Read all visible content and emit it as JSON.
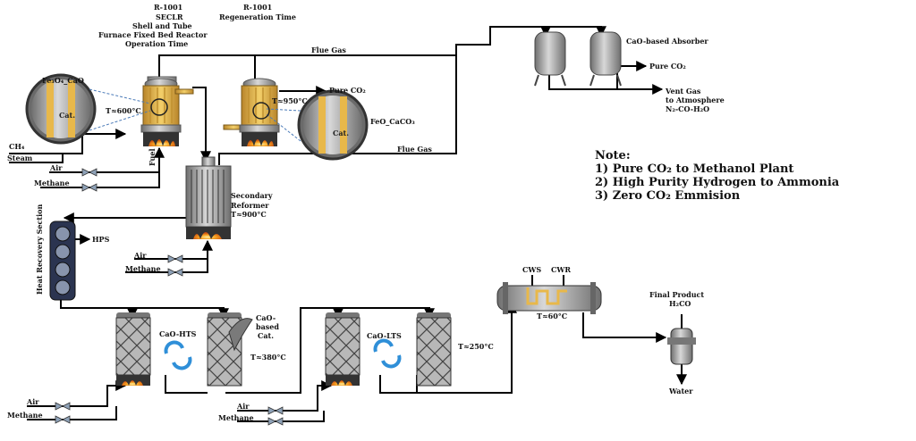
{
  "header": {
    "seclr_unit": "R-1001",
    "seclr_name": "SECLR",
    "seclr_desc1": "Shell and Tube",
    "seclr_desc2": "Furnace Fixed Bed Reactor",
    "seclr_desc3": "Operation Time",
    "regen_unit": "R-1001",
    "regen_desc": "Regeneration Time"
  },
  "labels": {
    "fe3o4_cao": "Fe₃O₄_CaO",
    "cat": "Cat.",
    "cat2": "Cat.",
    "t600": "T≈600°C",
    "t950": "T≈950°C",
    "pure_co2_top": "Pure CO₂",
    "feo_caco3": "FeO_CaCO₃",
    "flue_gas_top": "Flue Gas",
    "flue_gas_mid": "Flue Gas",
    "ch4": "CH₄",
    "steam": "Steam",
    "air1": "Air",
    "methane1": "Methane",
    "fuel": "Fuel",
    "secondary_reformer": "Secondary",
    "secondary_reformer2": "Reformer",
    "t900": "T≈900°C",
    "heat_recovery": "Heat Recovery Section",
    "hps": "HPS",
    "air2": "Air",
    "methane2": "Methane",
    "cao_absorber": "CaO-based Absorber",
    "pure_co2_abs": "Pure CO₂",
    "vent_gas1": "Vent Gas",
    "vent_gas2": "to Atmosphere",
    "vent_gas3": "N₂-CO-H₂O",
    "cao_hts": "CaO-HTS",
    "cao_based1": "CaO-",
    "cao_based2": "based",
    "cao_based3": "Cat.",
    "t380": "T≈380°C",
    "cao_lts": "CaO-LTS",
    "t250": "T≈250°C",
    "cws": "CWS",
    "cwr": "CWR",
    "t60": "T≈60°C",
    "final_product": "Final Product",
    "h2co": "H₂CO",
    "water": "Water",
    "air3": "Air",
    "methane3": "Methane",
    "air4": "Air",
    "methane4": "Methane"
  },
  "note": {
    "title": "Note:",
    "items": [
      "1) Pure CO₂ to Methanol Plant",
      "2) High Purity Hydrogen to Ammonia",
      "3) Zero CO₂ Emmision"
    ]
  },
  "colors": {
    "vessel_gold": "#e8b84a",
    "vessel_gray": "#9a9a9a",
    "flame": "#f28a1e",
    "arrow_blue": "#2f8fd8",
    "hrs_navy": "#2b3450"
  }
}
